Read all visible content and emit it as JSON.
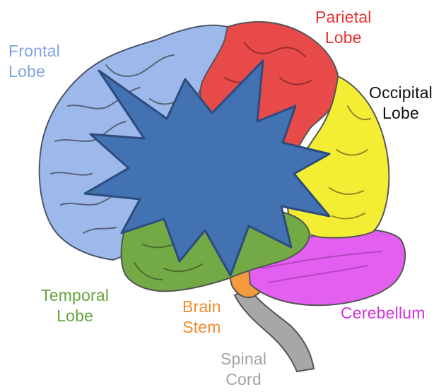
{
  "colors": {
    "frontal": "#9db9ec",
    "parietal": "#e84a4a",
    "occipital": "#f3ee33",
    "temporal": "#73aa45",
    "brain_stem": "#f39a3c",
    "cerebellum": "#e35ff0",
    "spinal_cord": "#a7a7a7",
    "star": "#4272b2",
    "star_outline": "#2e4b7e",
    "frontal_text": "#7fa5e0",
    "parietal_text": "#e33131",
    "occipital_text": "#111111",
    "temporal_text": "#66a33a",
    "brain_stem_text": "#f08a2a",
    "cerebellum_text": "#cf33db",
    "spinal_text": "#a3a3a3"
  },
  "labels": {
    "frontal": {
      "line1": "Frontal",
      "line2": "Lobe"
    },
    "parietal": {
      "line1": "Parietal",
      "line2": "Lobe"
    },
    "occipital": {
      "line1": "Occipital",
      "line2": "Lobe"
    },
    "temporal": {
      "line1": "Temporal",
      "line2": "Lobe"
    },
    "brain_stem": {
      "line1": "Brain",
      "line2": "Stem"
    },
    "cerebellum": {
      "line1": "Cerebellum"
    },
    "spinal_cord": {
      "line1": "Spinal",
      "line2": "Cord"
    }
  },
  "icons": {
    "overlay": "starburst-icon"
  }
}
